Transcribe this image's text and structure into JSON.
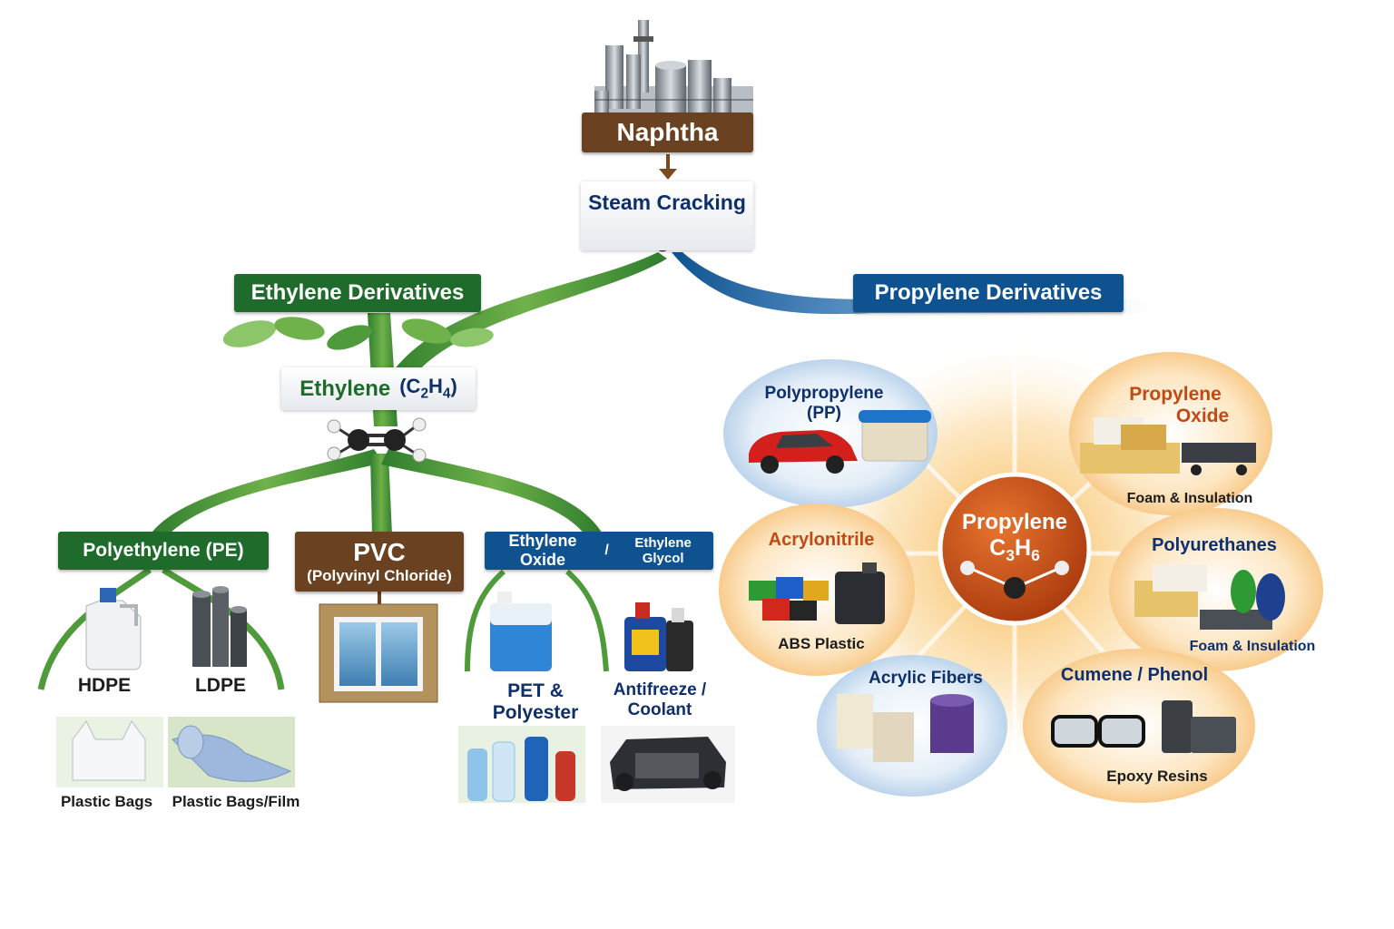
{
  "source": {
    "label": "Naphtha"
  },
  "process": {
    "label": "Steam Cracking"
  },
  "ethylene_branch": {
    "title": "Ethylene Derivatives",
    "monomer": {
      "name": "Ethylene",
      "formula_open": "(C",
      "formula_sub1": "2",
      "formula_h": "H",
      "formula_sub2": "4",
      "formula_close": ")"
    },
    "polyethylene": {
      "label": "Polyethylene (PE)",
      "hdpe": "HDPE",
      "ldpe": "LDPE",
      "hdpe_use": "Plastic Bags",
      "ldpe_use": "Plastic Bags/Film"
    },
    "pvc": {
      "label": "PVC",
      "sublabel": "(Polyvinyl Chloride)"
    },
    "ethylene_oxide": {
      "label_main": "Ethylene Oxide",
      "label_sep": " / ",
      "label_sub": "Ethylene Glycol",
      "pet": "PET &",
      "pet2": "Polyester",
      "antifreeze": "Antifreeze /",
      "antifreeze2": "Coolant"
    }
  },
  "propylene_branch": {
    "title": "Propylene Derivatives",
    "hub": {
      "name": "Propylene",
      "c": "C",
      "c_sub": "3",
      "h": "H",
      "h_sub": "6"
    },
    "petals": {
      "pp": {
        "line1": "Polypropylene",
        "line2": "(PP)"
      },
      "po": {
        "line1": "Propylene",
        "line2": "Oxide",
        "use": "Foam & Insulation"
      },
      "acn": {
        "label": "Acrylonitrile",
        "use": "ABS Plastic"
      },
      "pu": {
        "label": "Polyurethanes",
        "use": "Foam & Insulation"
      },
      "acf": {
        "label": "Acrylic Fibers"
      },
      "cum": {
        "label": "Cumene / Phenol",
        "use": "Epoxy Resins"
      }
    }
  },
  "colors": {
    "ethylene_green": "#1f6b2c",
    "propylene_blue": "#0e5290",
    "naphtha_brown": "#6a4222",
    "hub_orange": "#c9501a",
    "label_navy": "#0f2f6b",
    "label_orange": "#c24a12"
  }
}
